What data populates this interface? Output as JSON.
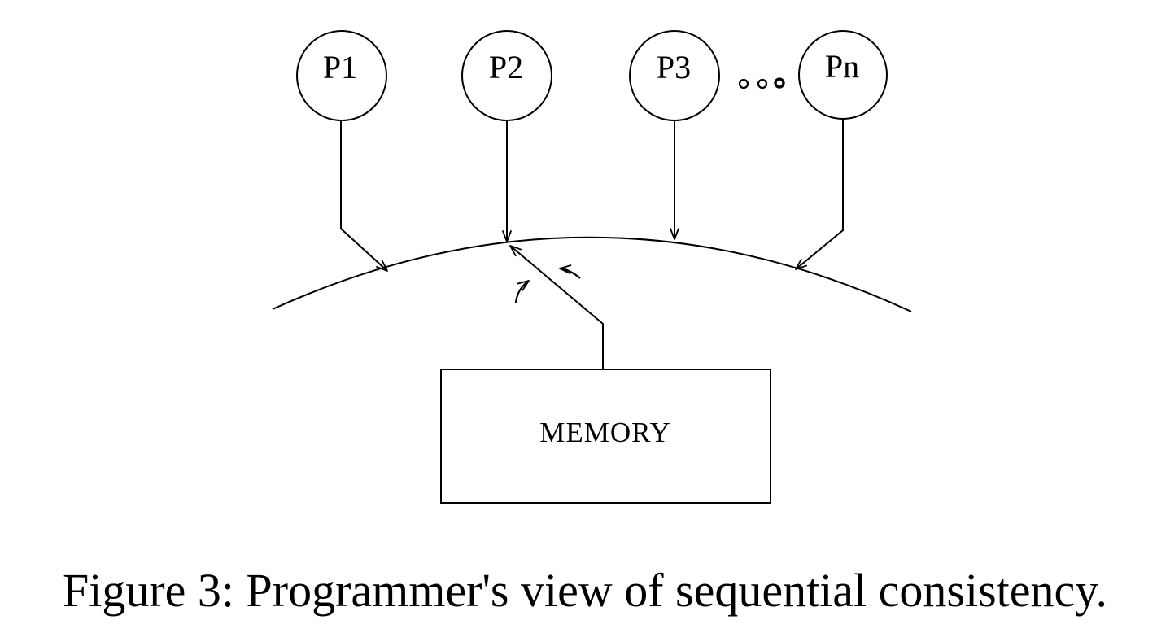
{
  "figure": {
    "caption": "Figure 3: Programmer's view of sequential consistency.",
    "nodes": [
      {
        "label": "P1"
      },
      {
        "label": "P2"
      },
      {
        "label": "P3"
      },
      {
        "label": "Pn"
      }
    ],
    "ellipsis": "o o o",
    "memory": {
      "label": "MEMORY"
    },
    "colors": {
      "ink": "#000000",
      "background": "#ffffff"
    }
  }
}
